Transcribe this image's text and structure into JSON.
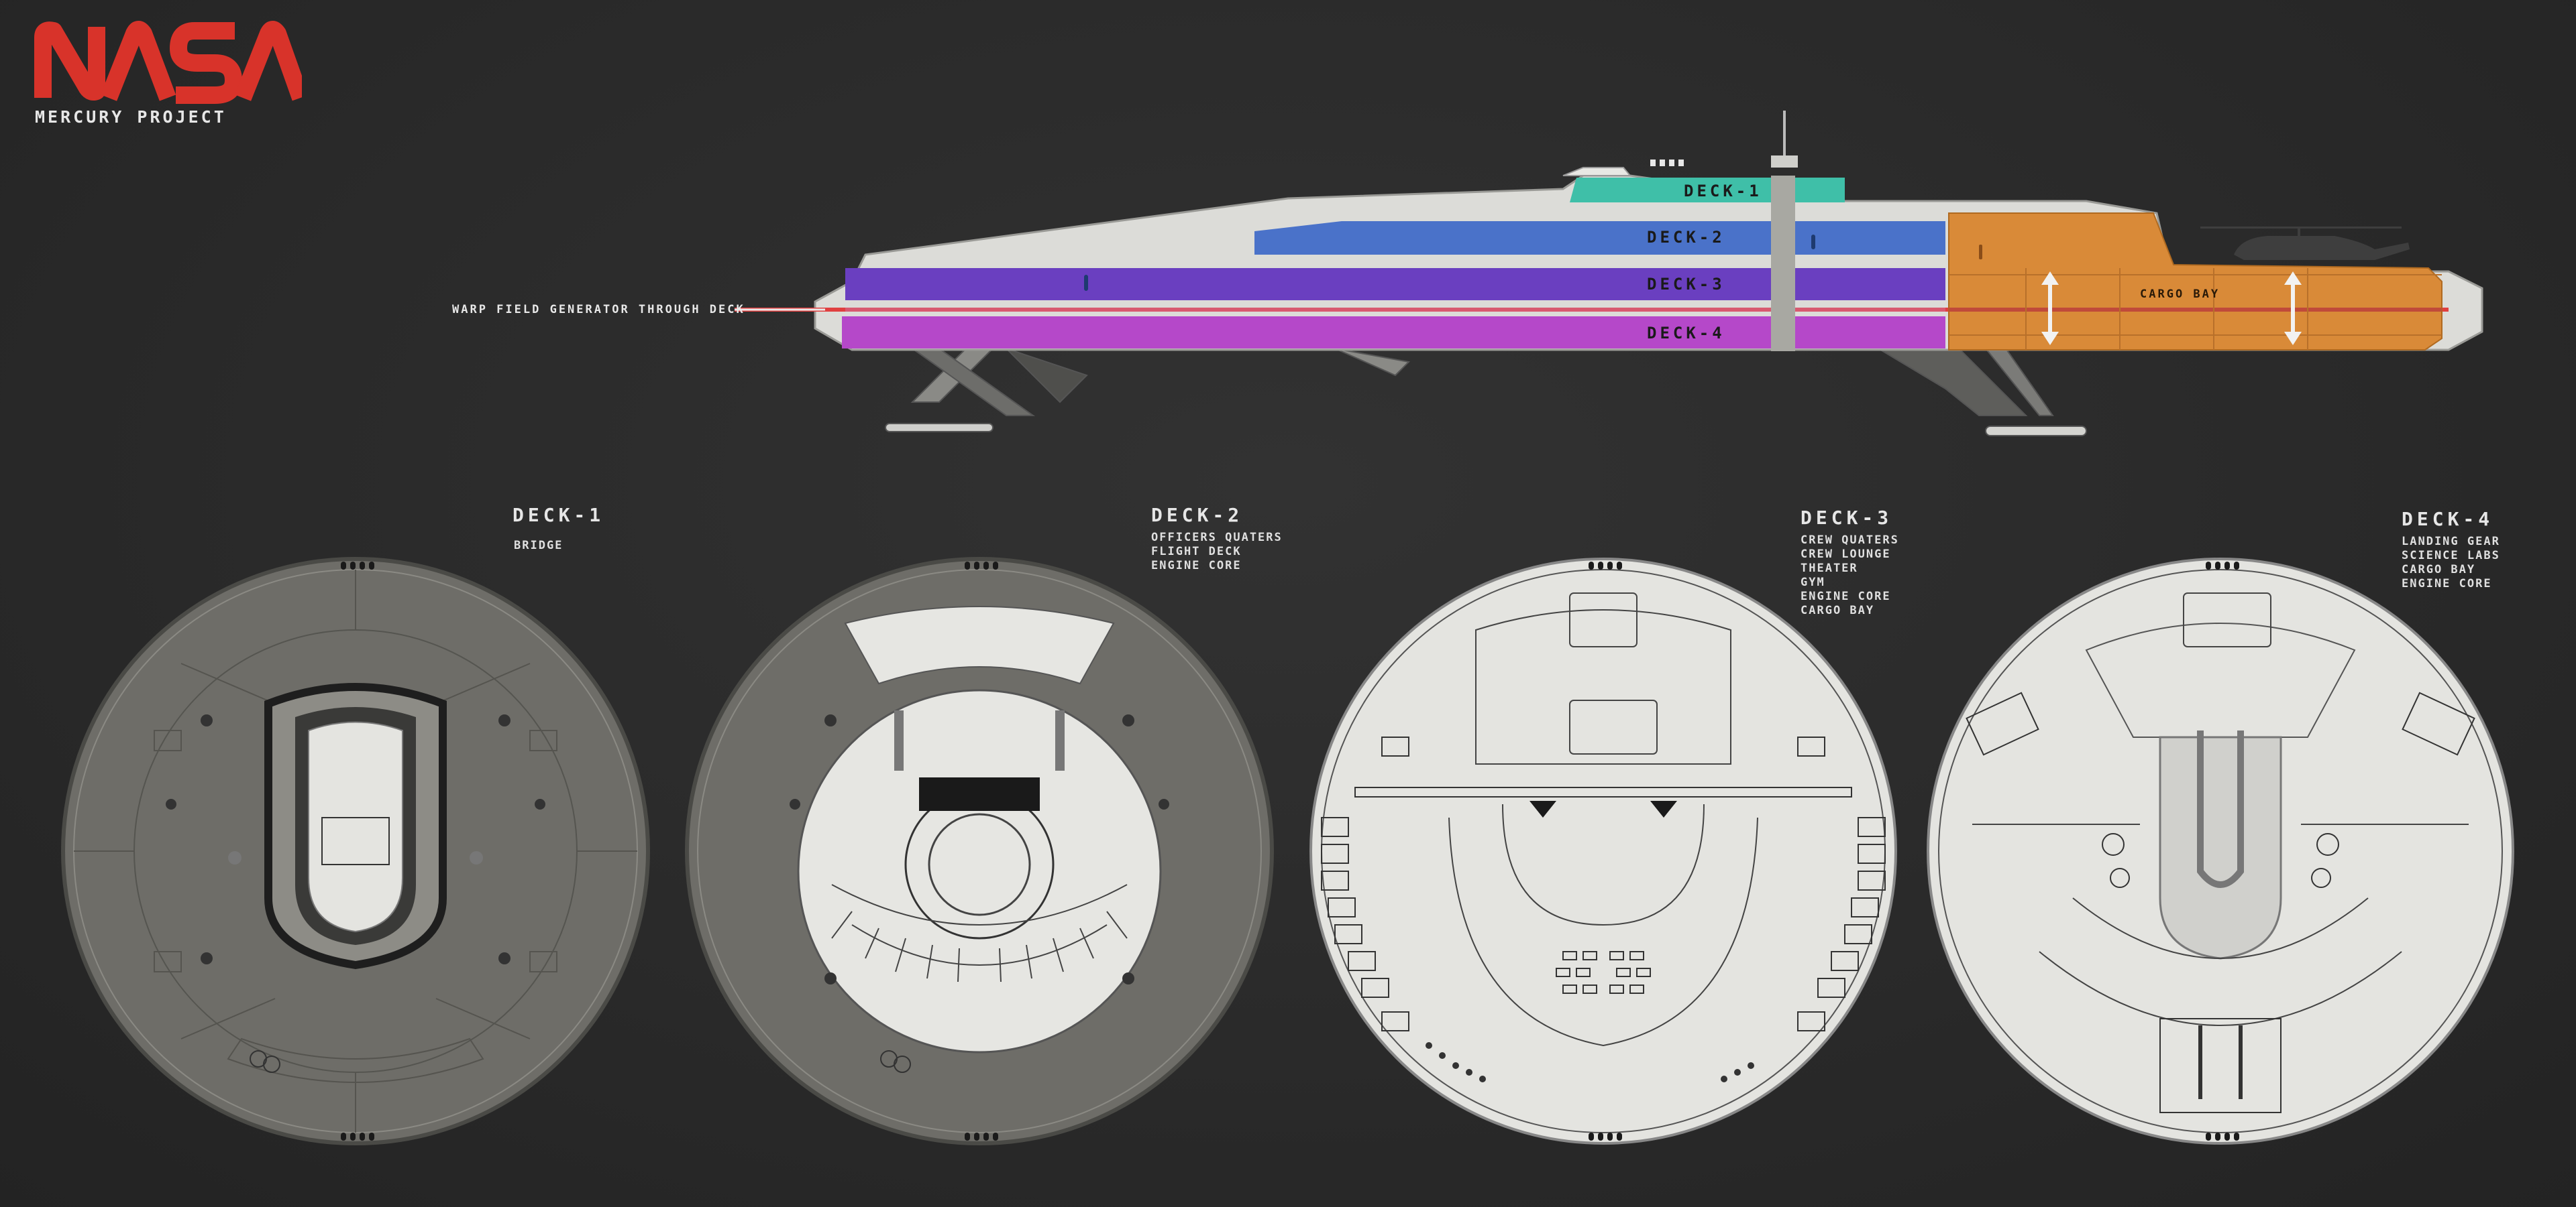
{
  "brand": {
    "logo_text": "NASA",
    "project_label": "MERCURY PROJECT",
    "logo_color": "#d8332a"
  },
  "side_view": {
    "callout_label": "WARP FIELD GENERATOR THROUGH DECK",
    "section_labels": [
      "DECK-1",
      "DECK-2",
      "DECK-3",
      "DECK-4"
    ],
    "cargo_label": "CARGO BAY",
    "colors": {
      "deck1": "#3fbfa8",
      "deck2": "#4a72c9",
      "deck3": "#6a3fc0",
      "deck4": "#b548c9",
      "cargo": "#d98a38",
      "hull": "#dcdcd8",
      "warp_line": "#e04040"
    }
  },
  "decks": [
    {
      "title": "DECK-1",
      "items": [
        "BRIDGE"
      ]
    },
    {
      "title": "DECK-2",
      "items": [
        "OFFICERS QUATERS",
        "FLIGHT DECK",
        "ENGINE CORE"
      ]
    },
    {
      "title": "DECK-3",
      "items": [
        "CREW QUATERS",
        "CREW LOUNGE",
        "THEATER",
        "GYM",
        "ENGINE CORE",
        "CARGO BAY"
      ]
    },
    {
      "title": "DECK-4",
      "items": [
        "LANDING GEAR",
        "SCIENCE LABS",
        "CARGO BAY",
        "ENGINE CORE"
      ]
    }
  ]
}
